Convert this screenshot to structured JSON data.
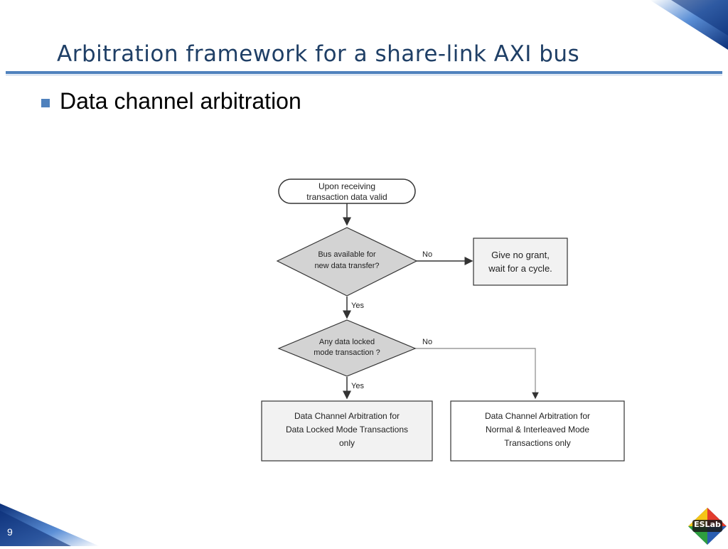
{
  "slide": {
    "title": "Arbitration framework for a share-link AXI bus",
    "bullet": "Data channel arbitration",
    "page_number": "9"
  },
  "logo": {
    "text": "ESLab",
    "colors": [
      "#e23b2e",
      "#f5c518",
      "#2e9e3f",
      "#2a5db0"
    ]
  },
  "colors": {
    "accent": "#4f81bd",
    "title": "#1f3f66",
    "corner": "#0b2f78"
  },
  "flowchart": {
    "start": {
      "line1": "Upon receiving",
      "line2": "transaction data valid"
    },
    "decision1": {
      "line1": "Bus available for",
      "line2": "new data transfer?"
    },
    "no_grant": {
      "line1": "Give no grant,",
      "line2": "wait for a cycle."
    },
    "decision2": {
      "line1": "Any data locked",
      "line2": "mode transaction ?"
    },
    "locked_box": {
      "line1": "Data Channel Arbitration for",
      "line2": "Data Locked Mode Transactions",
      "line3": "only"
    },
    "normal_box": {
      "line1": "Data Channel Arbitration for",
      "line2": "Normal & Interleaved Mode",
      "line3": "Transactions only"
    },
    "labels": {
      "no1": "No",
      "yes1": "Yes",
      "no2": "No",
      "yes2": "Yes"
    }
  }
}
